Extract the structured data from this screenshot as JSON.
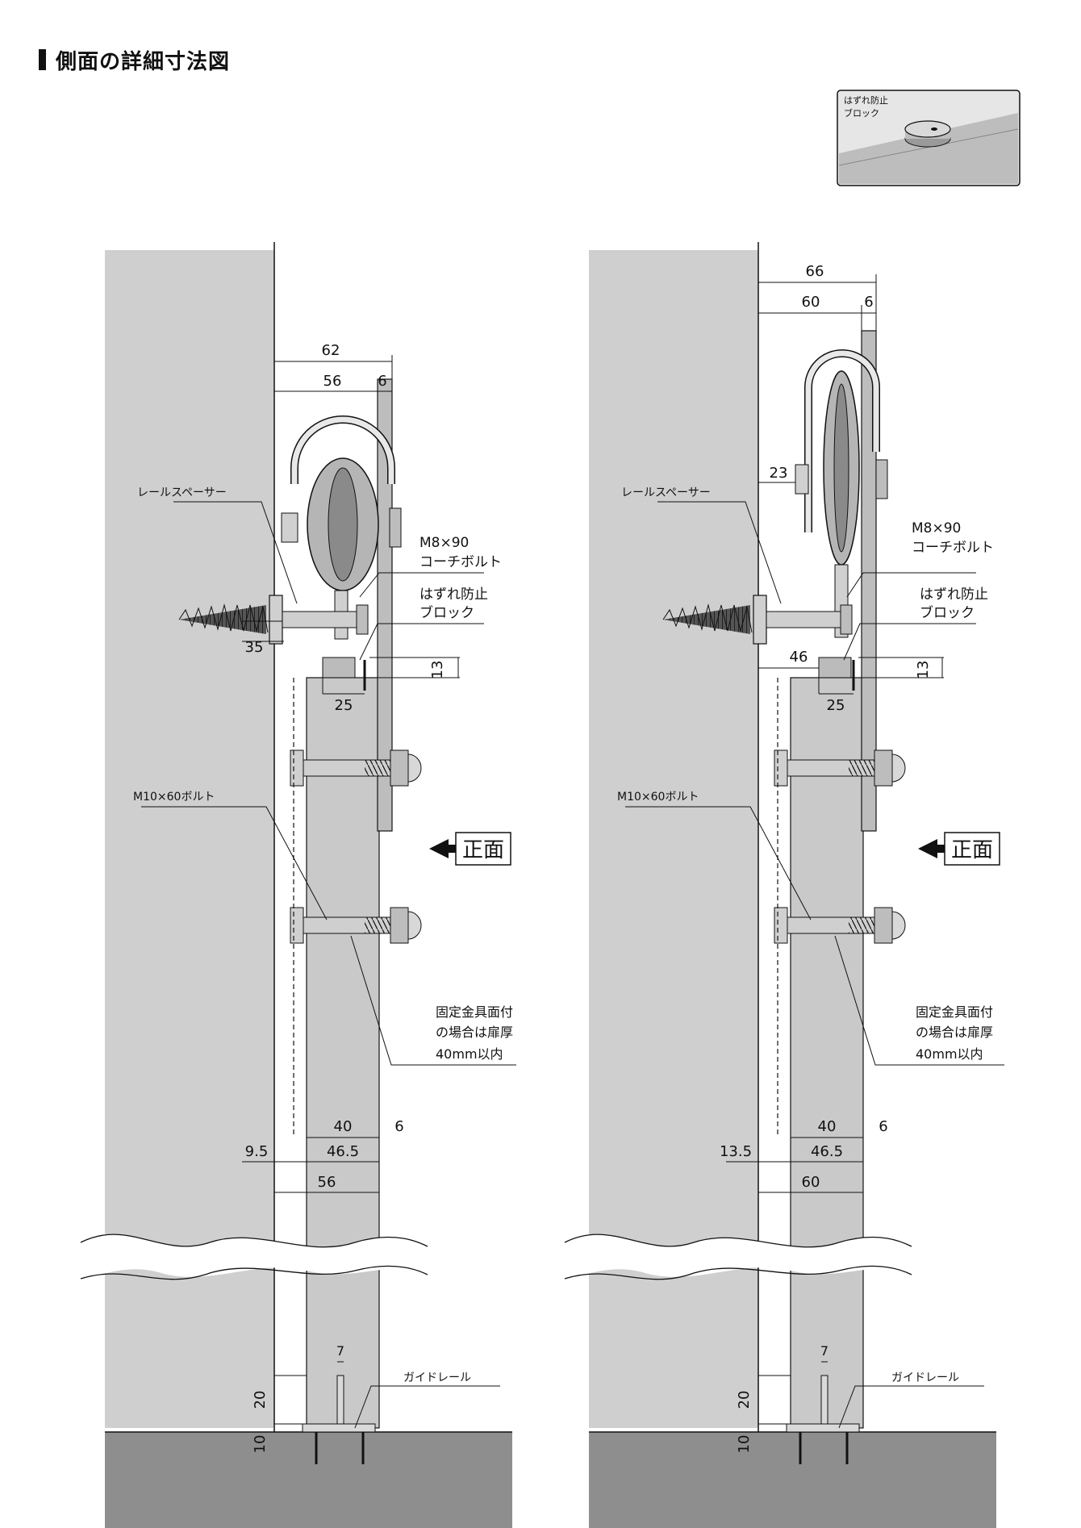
{
  "title": "側面の詳細寸法図",
  "inset": {
    "line1": "はずれ防止",
    "line2": "ブロック"
  },
  "colors": {
    "wall": "#cfcfcf",
    "floor": "#8e8e8e",
    "door": "#c9c9c9",
    "ink": "#111111",
    "thread": "#333333"
  },
  "diagrams": [
    {
      "dims": {
        "total_width": "62",
        "rail_width": "56",
        "rail_thick": "6",
        "spacer": "35",
        "block_height": "13",
        "block_width": "25",
        "door_inner": "40",
        "door_plate": "6",
        "gap": "9.5",
        "door_total": "46.5",
        "base": "56",
        "guide_width": "7",
        "guide_height": "20",
        "floor_gap": "10"
      },
      "labels": {
        "rail_spacer": "レールスペーサー",
        "coach_bolt_1": "M8×90",
        "coach_bolt_2": "コーチボルト",
        "block_1": "はずれ防止",
        "block_2": "ブロック",
        "bolt": "M10×60ボルト",
        "front": "正面",
        "note_1": "固定金具面付",
        "note_2": "の場合は扉厚",
        "note_3": "40mm以内",
        "guide_rail": "ガイドレール"
      }
    },
    {
      "dims": {
        "total_width": "66",
        "rail_width": "60",
        "rail_thick": "6",
        "wheel_offset": "23",
        "spacer": "46",
        "block_height": "13",
        "block_width": "25",
        "door_inner": "40",
        "door_plate": "6",
        "gap": "13.5",
        "door_total": "46.5",
        "base": "60",
        "guide_width": "7",
        "guide_height": "20",
        "floor_gap": "10"
      },
      "labels": {
        "rail_spacer": "レールスペーサー",
        "coach_bolt_1": "M8×90",
        "coach_bolt_2": "コーチボルト",
        "block_1": "はずれ防止",
        "block_2": "ブロック",
        "bolt": "M10×60ボルト",
        "front": "正面",
        "note_1": "固定金具面付",
        "note_2": "の場合は扉厚",
        "note_3": "40mm以内",
        "guide_rail": "ガイドレール"
      }
    }
  ]
}
